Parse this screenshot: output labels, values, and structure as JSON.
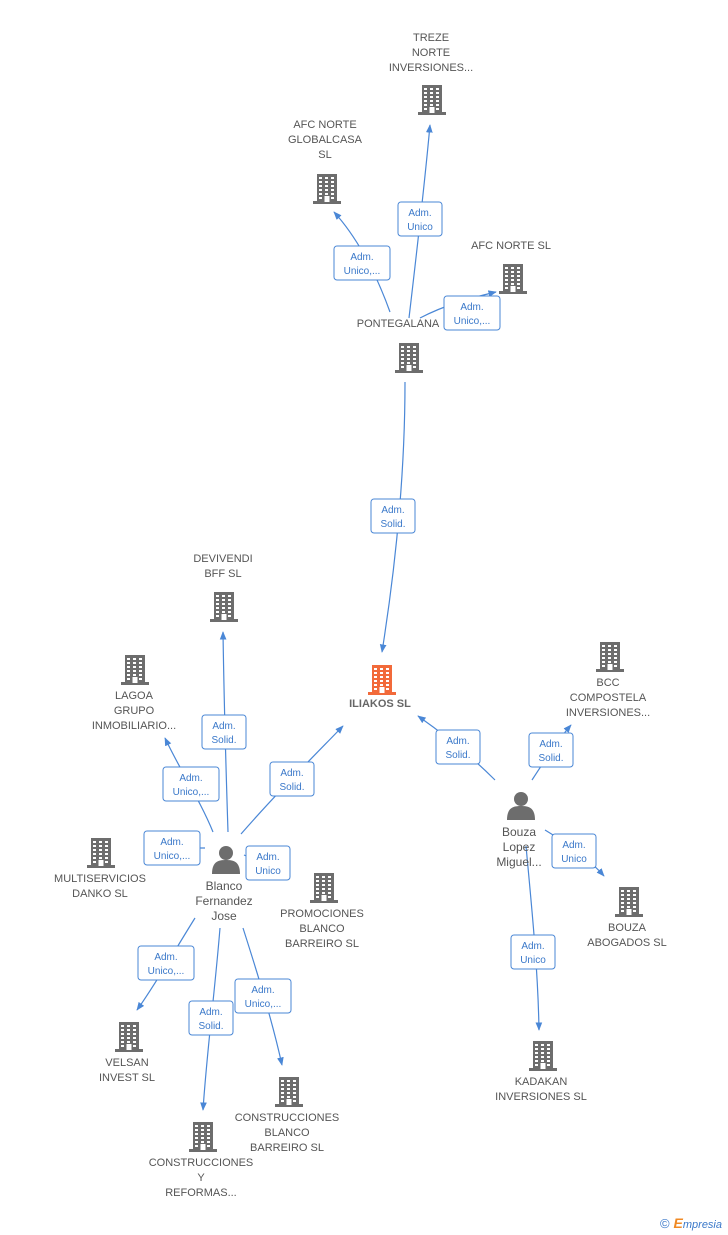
{
  "colors": {
    "building": "#6d6d6d",
    "central": "#f26a3a",
    "person": "#6d6d6d",
    "edge": "#4a87d6"
  },
  "nodes": [
    {
      "id": "treze",
      "type": "company",
      "label": [
        "TREZE",
        "NORTE",
        "INVERSIONES..."
      ]
    },
    {
      "id": "afc_globalcasa",
      "type": "company",
      "label": [
        "AFC NORTE",
        "GLOBALCASA",
        "SL"
      ]
    },
    {
      "id": "afc_norte",
      "type": "company",
      "label": [
        "AFC NORTE  SL"
      ]
    },
    {
      "id": "pontegalana",
      "type": "company",
      "label": [
        "PONTEGALANA"
      ]
    },
    {
      "id": "devivendi",
      "type": "company",
      "label": [
        "DEVIVENDI",
        "BFF  SL"
      ]
    },
    {
      "id": "iliakos",
      "type": "central",
      "label": [
        "ILIAKOS  SL"
      ]
    },
    {
      "id": "lagoa",
      "type": "company",
      "label": [
        "LAGOA",
        "GRUPO",
        "INMOBILIARIO..."
      ]
    },
    {
      "id": "bcc",
      "type": "company",
      "label": [
        "BCC",
        "COMPOSTELA",
        "INVERSIONES..."
      ]
    },
    {
      "id": "multiservicios",
      "type": "company",
      "label": [
        "MULTISERVICIOS",
        "DANKO  SL"
      ]
    },
    {
      "id": "blanco",
      "type": "person",
      "label": [
        "Blanco",
        "Fernandez",
        "Jose"
      ]
    },
    {
      "id": "bouza_person",
      "type": "person",
      "label": [
        "Bouza",
        "Lopez",
        "Miguel..."
      ]
    },
    {
      "id": "promociones",
      "type": "company",
      "label": [
        "PROMOCIONES",
        "BLANCO",
        "BARREIRO SL"
      ]
    },
    {
      "id": "bouza_abogados",
      "type": "company",
      "label": [
        "BOUZA",
        "ABOGADOS SL"
      ]
    },
    {
      "id": "velsan",
      "type": "company",
      "label": [
        "VELSAN",
        "INVEST  SL"
      ]
    },
    {
      "id": "construcciones_bb",
      "type": "company",
      "label": [
        "CONSTRUCCIONES",
        "BLANCO",
        "BARREIRO  SL"
      ]
    },
    {
      "id": "kadakan",
      "type": "company",
      "label": [
        "KADAKAN",
        "INVERSIONES SL"
      ]
    },
    {
      "id": "construcciones_yr",
      "type": "company",
      "label": [
        "CONSTRUCCIONES",
        "Y",
        "REFORMAS..."
      ]
    }
  ],
  "edges": [
    {
      "id": "pontegalana_treze",
      "label": [
        "Adm.",
        "Unico"
      ]
    },
    {
      "id": "pontegalana_afc_globalcasa",
      "label": [
        "Adm.",
        "Unico,..."
      ]
    },
    {
      "id": "pontegalana_afc_norte",
      "label": [
        "Adm.",
        "Unico,..."
      ]
    },
    {
      "id": "pontegalana_iliakos",
      "label": [
        "Adm.",
        "Solid."
      ]
    },
    {
      "id": "blanco_devivendi",
      "label": [
        "Adm.",
        "Solid."
      ]
    },
    {
      "id": "blanco_lagoa",
      "label": [
        "Adm.",
        "Unico,..."
      ]
    },
    {
      "id": "blanco_multiservicios",
      "label": [
        "Adm.",
        "Unico,..."
      ]
    },
    {
      "id": "blanco_iliakos",
      "label": [
        "Adm.",
        "Solid."
      ]
    },
    {
      "id": "blanco_promociones",
      "label": [
        "Adm.",
        "Unico"
      ]
    },
    {
      "id": "blanco_velsan",
      "label": [
        "Adm.",
        "Unico,..."
      ]
    },
    {
      "id": "blanco_construcciones_yr",
      "label": [
        "Adm.",
        "Solid."
      ]
    },
    {
      "id": "blanco_construcciones_bb",
      "label": [
        "Adm.",
        "Unico,..."
      ]
    },
    {
      "id": "bouza_iliakos",
      "label": [
        "Adm.",
        "Solid."
      ]
    },
    {
      "id": "bouza_bcc",
      "label": [
        "Adm.",
        "Solid."
      ]
    },
    {
      "id": "bouza_abogados",
      "label": [
        "Adm.",
        "Unico"
      ]
    },
    {
      "id": "bouza_kadakan",
      "label": [
        "Adm.",
        "Unico"
      ]
    }
  ],
  "footer": {
    "copyright": "©",
    "brand_initial": "E",
    "brand_rest": "mpresia"
  }
}
